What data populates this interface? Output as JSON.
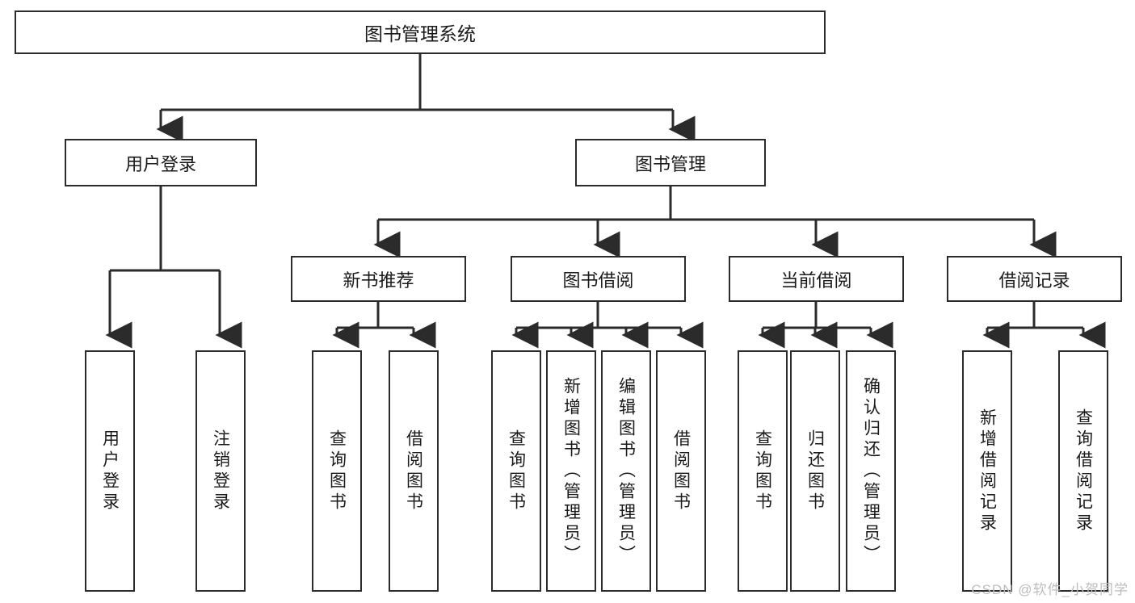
{
  "diagram": {
    "title": "图书管理系统",
    "type": "hierarchy-tree",
    "colors": {
      "stroke": "#2b2b2b",
      "fill": "#ffffff",
      "text": "#1a1a1a",
      "watermark": "#bdbdbd"
    },
    "root": {
      "label": "图书管理系统"
    },
    "level2": [
      {
        "label": "用户登录"
      },
      {
        "label": "图书管理"
      }
    ],
    "level3": [
      {
        "label": "新书推荐"
      },
      {
        "label": "图书借阅"
      },
      {
        "label": "当前借阅"
      },
      {
        "label": "借阅记录"
      }
    ],
    "leaves": {
      "user_login": [
        {
          "label": "用户登录"
        },
        {
          "label": "注销登录"
        }
      ],
      "new_book": [
        {
          "label": "查询图书"
        },
        {
          "label": "借阅图书"
        }
      ],
      "book_borrow": [
        {
          "label": "查询图书"
        },
        {
          "label": "新增图书（管理员）"
        },
        {
          "label": "编辑图书（管理员）"
        },
        {
          "label": "借阅图书"
        }
      ],
      "current_borrow": [
        {
          "label": "查询图书"
        },
        {
          "label": "归还图书"
        },
        {
          "label": "确认归还（管理员）"
        }
      ],
      "borrow_record": [
        {
          "label": "新增借阅记录"
        },
        {
          "label": "查询借阅记录"
        }
      ]
    }
  },
  "watermark": {
    "text": "CSDN @软件_小贺同学"
  }
}
